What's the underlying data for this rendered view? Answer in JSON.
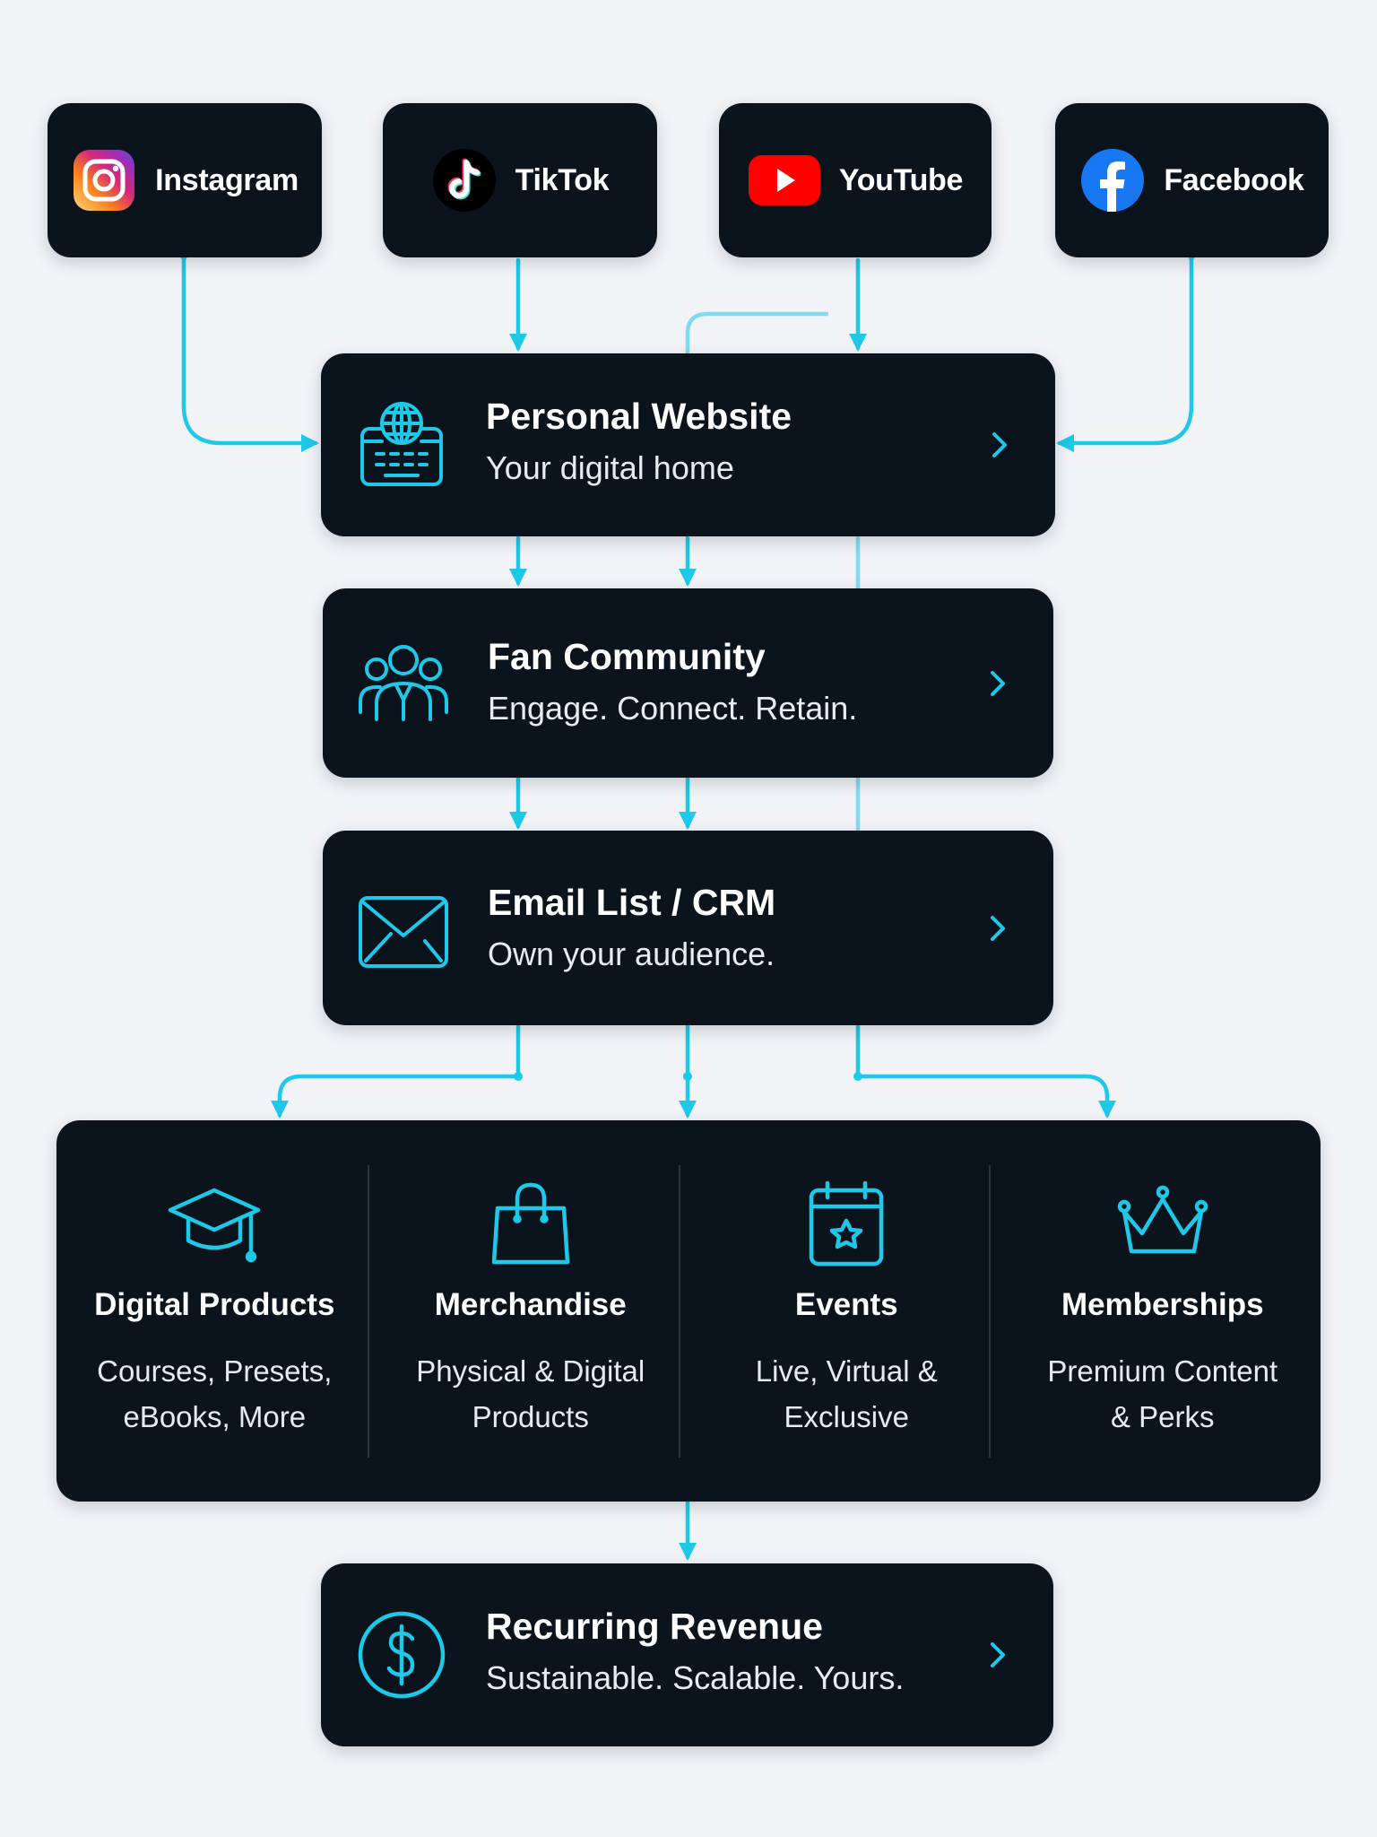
{
  "colors": {
    "background": "#f1f3f7",
    "card": "#0b141c",
    "accent": "#1ec8e8",
    "youtube_red": "#ff0000",
    "facebook_blue": "#1877f2"
  },
  "sources": [
    {
      "name": "Instagram",
      "icon": "instagram-icon"
    },
    {
      "name": "TikTok",
      "icon": "tiktok-icon"
    },
    {
      "name": "YouTube",
      "icon": "youtube-icon"
    },
    {
      "name": "Facebook",
      "icon": "facebook-icon"
    }
  ],
  "stages": [
    {
      "title": "Personal Website",
      "subtitle": "Your digital home",
      "icon": "website-globe-icon"
    },
    {
      "title": "Fan Community",
      "subtitle": "Engage. Connect. Retain.",
      "icon": "community-people-icon"
    },
    {
      "title": "Email List / CRM",
      "subtitle": "Own your audience.",
      "icon": "email-envelope-icon"
    }
  ],
  "products": [
    {
      "title": "Digital Products",
      "line1": "Courses, Presets,",
      "line2": "eBooks, More",
      "icon": "graduation-cap-icon"
    },
    {
      "title": "Merchandise",
      "line1": "Physical & Digital",
      "line2": "Products",
      "icon": "shopping-bag-icon"
    },
    {
      "title": "Events",
      "line1": "Live, Virtual &",
      "line2": "Exclusive",
      "icon": "calendar-star-icon"
    },
    {
      "title": "Memberships",
      "line1": "Premium Content",
      "line2": "& Perks",
      "icon": "crown-icon"
    }
  ],
  "revenue": {
    "title": "Recurring Revenue",
    "subtitle": "Sustainable. Scalable. Yours.",
    "icon": "dollar-circle-icon"
  }
}
